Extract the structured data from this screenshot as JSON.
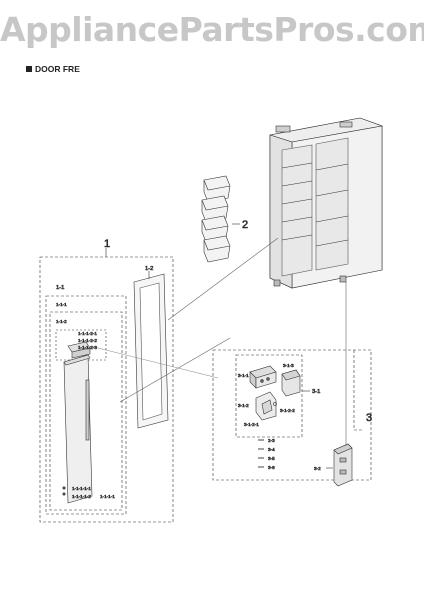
{
  "watermark": "AppliancePartsPros.com",
  "section_title": "DOOR FRE",
  "labels": {
    "group_1": "1",
    "g_1_1": "1-1",
    "g_1_1_1": "1-1-1",
    "g_1_1_2": "1-1-2",
    "p_1_1_1_2_1": "1-1-1-2-1",
    "p_1_1_1_2_2": "1-1-1-2-2",
    "p_1_1_1_2_3": "1-1-1-2-3",
    "p_1_1_1_1_1": "1-1-1-1-1",
    "p_1_1_1_1_2": "1-1-1-1-2",
    "p_1_1_1_1": "1-1-1-1",
    "gasket_1_2": "1-2",
    "bins_2": "2",
    "group_3": "3",
    "g_3_1": "3-1",
    "p_3_1_1": "3-1-1",
    "p_3_1_3": "3-1-3",
    "p_3_1_2": "3-1-2",
    "p_3_1_2_2": "3-1-2-2",
    "p_3_1_2_1": "3-1-2-1",
    "p_2_3": "2-3",
    "p_3_4": "3-4",
    "p_3_5": "3-5",
    "p_3_6": "3-6",
    "p_3_2": "3-2"
  }
}
